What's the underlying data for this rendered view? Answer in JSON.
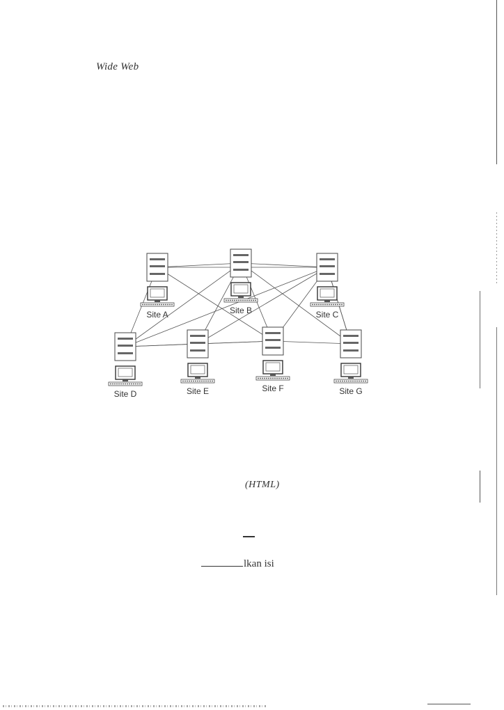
{
  "document": {
    "heading_fragment": "Wide Web",
    "html_fragment": "(HTML)",
    "text_fragment": "lkan isi"
  },
  "diagram": {
    "sites": [
      {
        "id": "A",
        "label": "Site A"
      },
      {
        "id": "B",
        "label": "Site B"
      },
      {
        "id": "C",
        "label": "Site C"
      },
      {
        "id": "D",
        "label": "Site D"
      },
      {
        "id": "E",
        "label": "Site E"
      },
      {
        "id": "F",
        "label": "Site F"
      },
      {
        "id": "G",
        "label": "Site G"
      }
    ],
    "links": [
      [
        "A",
        "C"
      ],
      [
        "A",
        "B"
      ],
      [
        "B",
        "C"
      ],
      [
        "A",
        "D"
      ],
      [
        "A",
        "F"
      ],
      [
        "B",
        "E"
      ],
      [
        "B",
        "F"
      ],
      [
        "B",
        "G"
      ],
      [
        "B",
        "D"
      ],
      [
        "C",
        "E"
      ],
      [
        "C",
        "F"
      ],
      [
        "C",
        "D"
      ],
      [
        "C",
        "G"
      ],
      [
        "D",
        "E"
      ],
      [
        "E",
        "F"
      ],
      [
        "F",
        "G"
      ],
      [
        "D",
        "F"
      ],
      [
        "G",
        "C"
      ]
    ]
  }
}
